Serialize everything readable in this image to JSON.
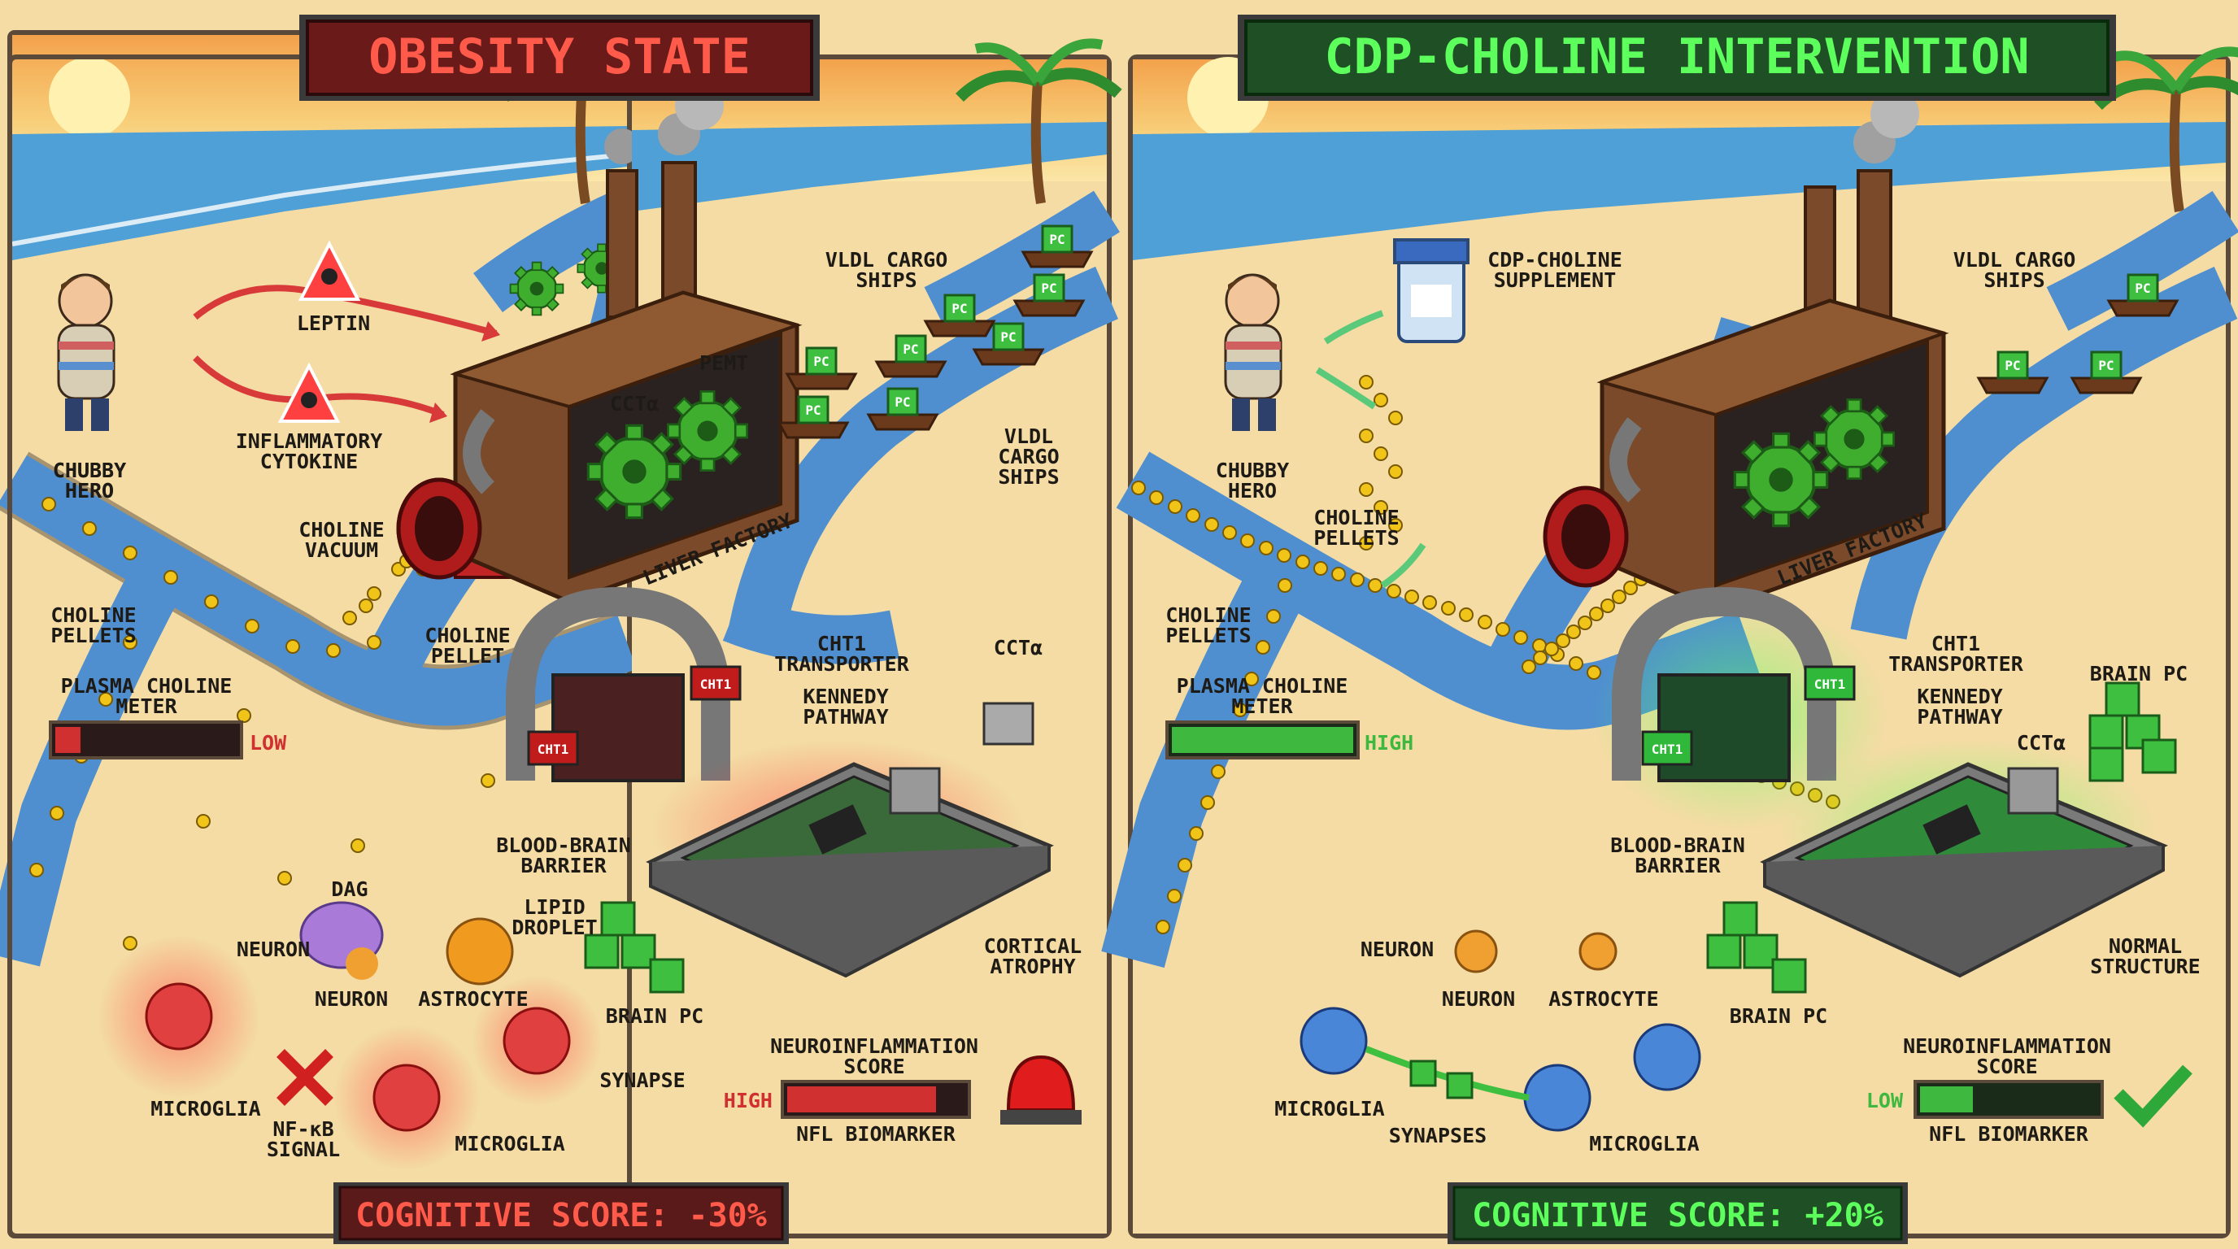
{
  "left": {
    "title": "OBESITY STATE",
    "hero": [
      "CHUBBY",
      "HERO"
    ],
    "leptin": "LEPTIN",
    "cytokine": [
      "INFLAMMATORY",
      "CYTOKINE"
    ],
    "vacuum": [
      "CHOLINE",
      "VACUUM"
    ],
    "pellets": [
      "CHOLINE",
      "PELLETS"
    ],
    "pellet_single": [
      "CHOLINE",
      "PELLET"
    ],
    "factory": "LIVER FACTORY",
    "cct": "CCTα",
    "pemt": "PEMT",
    "vldl_top": [
      "VLDL CARGO",
      "SHIPS"
    ],
    "vldl_side": [
      "VLDL",
      "CARGO",
      "SHIPS"
    ],
    "pc_badge": "PC",
    "meter_label": [
      "PLASMA CHOLINE",
      "METER"
    ],
    "meter_level": 0.14,
    "meter_status": "LOW",
    "cht1": [
      "CHT1",
      "TRANSPORTER"
    ],
    "cht1_sign": "CHT1",
    "kennedy": [
      "KENNEDY",
      "PATHWAY"
    ],
    "cct_side": "CCTα",
    "bbb": [
      "BLOOD-BRAIN",
      "BARRIER"
    ],
    "atrophy": [
      "CORTICAL",
      "ATROPHY"
    ],
    "dag": "DAG",
    "lipid": [
      "LIPID",
      "DROPLET"
    ],
    "neuron_top": "NEURON",
    "neuron_bottom": "NEURON",
    "astrocyte": "ASTROCYTE",
    "brain_pc": "BRAIN PC",
    "synapse": "SYNAPSE",
    "microglia_1": "MICROGLIA",
    "microglia_2": "MICROGLIA",
    "nfkb": [
      "NF-κB",
      "SIGNAL"
    ],
    "neuroinf": [
      "NEUROINFLAMMATION",
      "SCORE"
    ],
    "neuroinf_level": 0.84,
    "neuroinf_status": "HIGH",
    "nfl": "NFL BIOMARKER",
    "score": "COGNITIVE SCORE: -30%"
  },
  "right": {
    "title": "CDP-CHOLINE INTERVENTION",
    "hero": [
      "CHUBBY",
      "HERO"
    ],
    "supplement": [
      "CDP-CHOLINE",
      "SUPPLEMENT"
    ],
    "pellets_mid": [
      "CHOLINE",
      "PELLETS"
    ],
    "pellets": [
      "CHOLINE",
      "PELLETS"
    ],
    "factory": "LIVER FACTORY",
    "vldl_top": [
      "VLDL CARGO",
      "SHIPS"
    ],
    "pc_badge": "PC",
    "meter_label": [
      "PLASMA CHOLINE",
      "METER"
    ],
    "meter_level": 1.0,
    "meter_status": "HIGH",
    "cht1": [
      "CHT1",
      "TRANSPORTER"
    ],
    "cht1_sign": "CHT1",
    "kennedy": [
      "KENNEDY",
      "PATHWAY"
    ],
    "cct": "CCTα",
    "brain_pc_top": "BRAIN PC",
    "bbb": [
      "BLOOD-BRAIN",
      "BARRIER"
    ],
    "structure": [
      "NORMAL",
      "STRUCTURE"
    ],
    "neuron_top": "NEURON",
    "neuron_bottom": "NEURON",
    "astrocyte": "ASTROCYTE",
    "brain_pc": "BRAIN PC",
    "microglia_1": "MICROGLIA",
    "microglia_2": "MICROGLIA",
    "synapses": "SYNAPSES",
    "neuroinf": [
      "NEUROINFLAMMATION",
      "SCORE"
    ],
    "neuroinf_level": 0.3,
    "neuroinf_status": "LOW",
    "nfl": "NFL BIOMARKER",
    "score": "COGNITIVE SCORE: +20%"
  },
  "colors": {
    "sand": "#f4dca4",
    "river": "#4f8fcf",
    "pellet": "#f0c419",
    "bad": "#d03030",
    "good": "#3fb83f",
    "title_bad_bg": "#6b1a1a",
    "title_good_bg": "#1f4f24"
  },
  "icons": [
    "warning-skull-icon",
    "gear-icon",
    "pill-bottle-icon",
    "alarm-siren-icon",
    "checkmark-icon",
    "cross-icon",
    "palm-tree-icon",
    "sun-icon",
    "chip-icon",
    "gate-icon"
  ]
}
